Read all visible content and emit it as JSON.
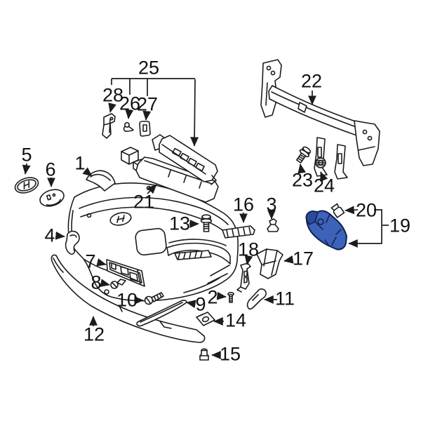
{
  "diagram": {
    "background": "#ffffff",
    "line_color": "#1c1c1c",
    "label_color": "#111111",
    "highlight": {
      "callout": "19",
      "fill": "#3c63b7",
      "shade": "#2a4a9c",
      "outline": "#101f4e"
    },
    "callouts": [
      {
        "label": "1"
      },
      {
        "label": "2"
      },
      {
        "label": "3"
      },
      {
        "label": "4"
      },
      {
        "label": "5"
      },
      {
        "label": "6"
      },
      {
        "label": "7"
      },
      {
        "label": "8"
      },
      {
        "label": "9"
      },
      {
        "label": "10"
      },
      {
        "label": "11"
      },
      {
        "label": "12"
      },
      {
        "label": "13"
      },
      {
        "label": "14"
      },
      {
        "label": "15"
      },
      {
        "label": "16"
      },
      {
        "label": "17"
      },
      {
        "label": "18"
      },
      {
        "label": "19"
      },
      {
        "label": "20"
      },
      {
        "label": "21"
      },
      {
        "label": "22"
      },
      {
        "label": "23"
      },
      {
        "label": "24"
      },
      {
        "label": "25"
      },
      {
        "label": "26"
      },
      {
        "label": "27"
      },
      {
        "label": "28"
      }
    ]
  }
}
